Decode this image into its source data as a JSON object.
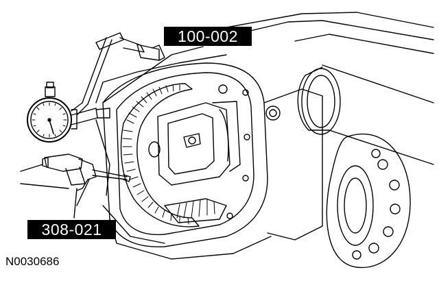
{
  "callouts": {
    "tool_top": "100-002",
    "tool_bottom": "308-021"
  },
  "figure": {
    "id": "N0030686"
  },
  "colors": {
    "ink": "#000000",
    "paper": "#ffffff"
  }
}
